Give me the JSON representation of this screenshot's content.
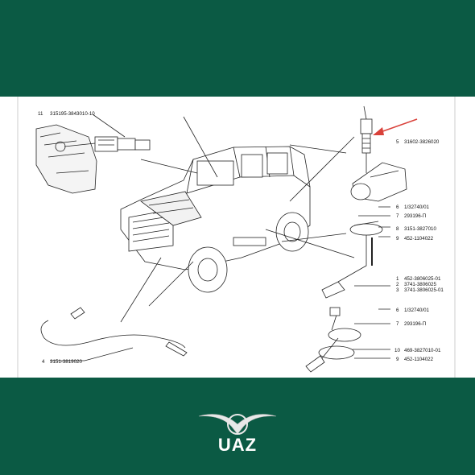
{
  "brand": {
    "name": "UAZ"
  },
  "colors": {
    "band": "#0b5a44",
    "panel": "#ffffff",
    "arrow": "#d9413a",
    "ink": "#222222"
  },
  "parts": [
    {
      "num": "11",
      "code": "315195-3843010-10"
    },
    {
      "num": "5",
      "code": "31602-3826020"
    },
    {
      "num": "6",
      "code": "1/32740/01"
    },
    {
      "num": "7",
      "code": "293196-П"
    },
    {
      "num": "8",
      "code": "3151-3827010"
    },
    {
      "num": "9",
      "code": "452-1104022"
    },
    {
      "num": "1",
      "code": "452-3806025-01"
    },
    {
      "num": "2",
      "code": "3741-3806025"
    },
    {
      "num": "3",
      "code": "3741-3806025-01"
    },
    {
      "num": "6",
      "code": "1/32740/01"
    },
    {
      "num": "7",
      "code": "293196-П"
    },
    {
      "num": "10",
      "code": "469-3827010-01"
    },
    {
      "num": "9",
      "code": "452-1104022"
    },
    {
      "num": "4",
      "code": "3151-3819020"
    }
  ]
}
